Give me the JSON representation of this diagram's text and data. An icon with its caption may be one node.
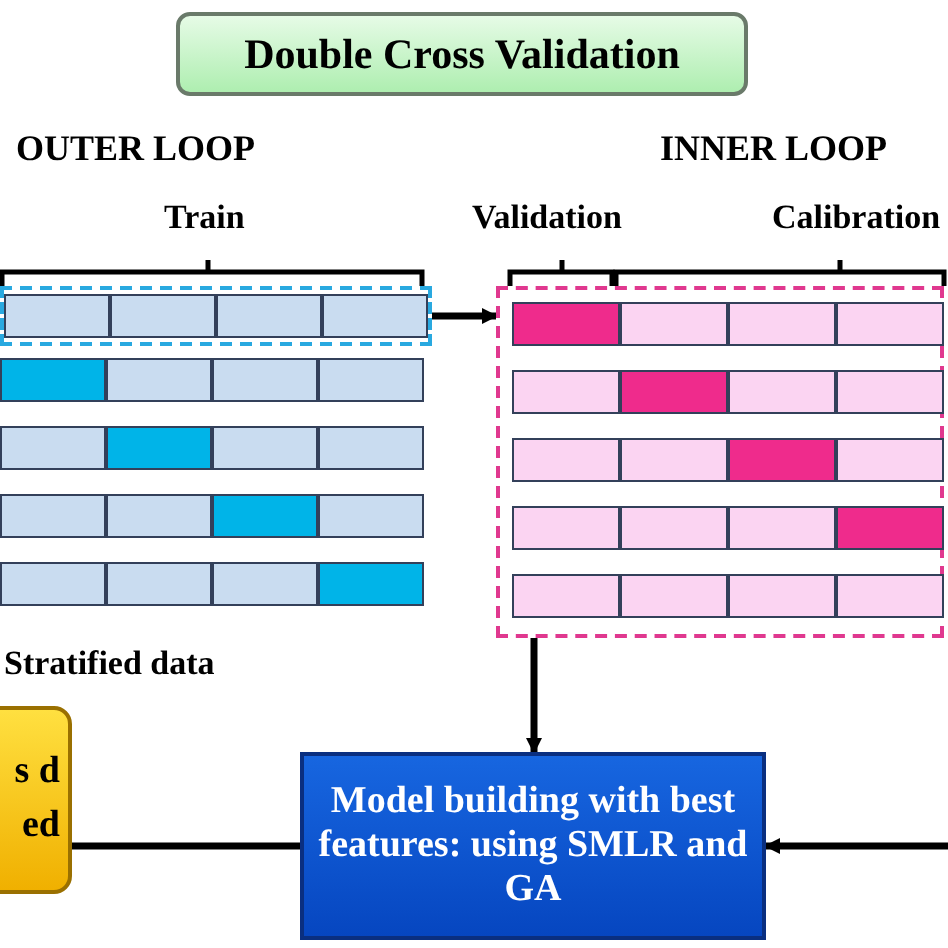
{
  "diagram": {
    "title": "Double Cross Validation",
    "nodes": [
      {
        "text": [],
        "shape": "box"
      },
      {
        "text": [],
        "shape": "box"
      },
      {
        "text": [
          "Model building with best features: using SMLR and GA"
        ]
      },
      {
        "text": [
          "s d ed"
        ]
      }
    ],
    "edges": [
      {
        "from": 0,
        "to": 1,
        "arrow": "to"
      },
      {
        "from": 1,
        "to": 2,
        "arrow": "to"
      },
      {
        "from": null,
        "to": 2,
        "arrow": "to"
      },
      {
        "from": 2,
        "to": 3,
        "arrow": "none"
      }
    ],
    "labels": [
      "OUTER LOOP",
      "INNER LOOP",
      "Train",
      "Validation",
      "Calibration",
      "Stratified data"
    ]
  }
}
